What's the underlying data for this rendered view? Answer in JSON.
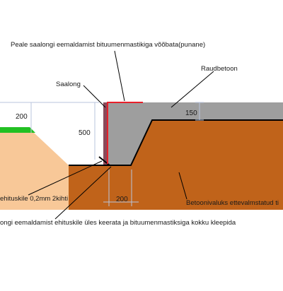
{
  "labels": {
    "top_note": "Peale saalongi eemaldamist bituumenmastikiga võõbata(punane)",
    "formwork": "Saalong",
    "concrete": "Raudbetoon",
    "membrane": "ehituskile 0,2mm 2kihti",
    "bottom_note": "ongi eemaldamist ehituskile üles keerata ja bituumenmastiksiga kokku kleepida",
    "excavation": "Betoonivaluks ettevalmstatud ti"
  },
  "dimensions": {
    "slope_height": "200",
    "slab_edge_height": "500",
    "slab_thickness": "150",
    "footing_width": "200"
  },
  "colors": {
    "background": "#ffffff",
    "concrete": "#9e9e9e",
    "soil": "#c0631a",
    "fill_sand": "#f8c898",
    "grass": "#22c022",
    "formwork": "#8a4a5a",
    "bitumen": "#e8202a",
    "membrane_line": "#000000",
    "dimension_line": "#b8c4dc"
  }
}
